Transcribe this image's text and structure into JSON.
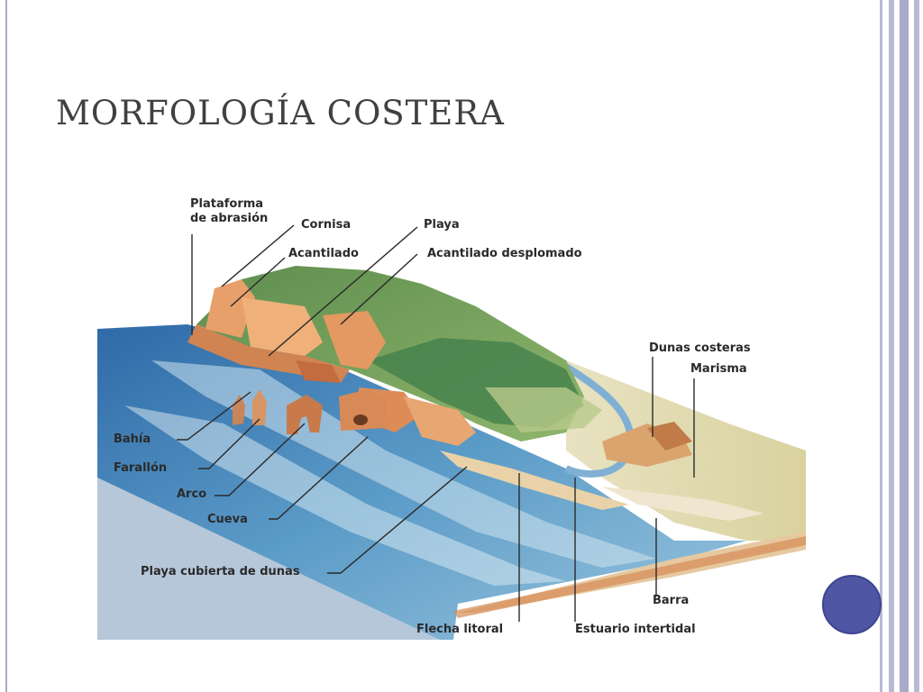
{
  "slide": {
    "title": "MORFOLOGÍA COSTERA",
    "accent_color": "#4f56a4"
  },
  "diagram": {
    "labels": {
      "plataforma_line1": "Plataforma",
      "plataforma_line2": "de abrasión",
      "cornisa": "Cornisa",
      "playa": "Playa",
      "acantilado": "Acantilado",
      "acantilado_desplomado": "Acantilado desplomado",
      "dunas_costeras": "Dunas costeras",
      "marisma": "Marisma",
      "bahia": "Bahía",
      "farallon": "Farallón",
      "arco": "Arco",
      "cueva": "Cueva",
      "playa_dunas": "Playa cubierta de dunas",
      "barra": "Barra",
      "flecha_litoral": "Flecha litoral",
      "estuario_intertidal": "Estuario intertidal"
    }
  }
}
